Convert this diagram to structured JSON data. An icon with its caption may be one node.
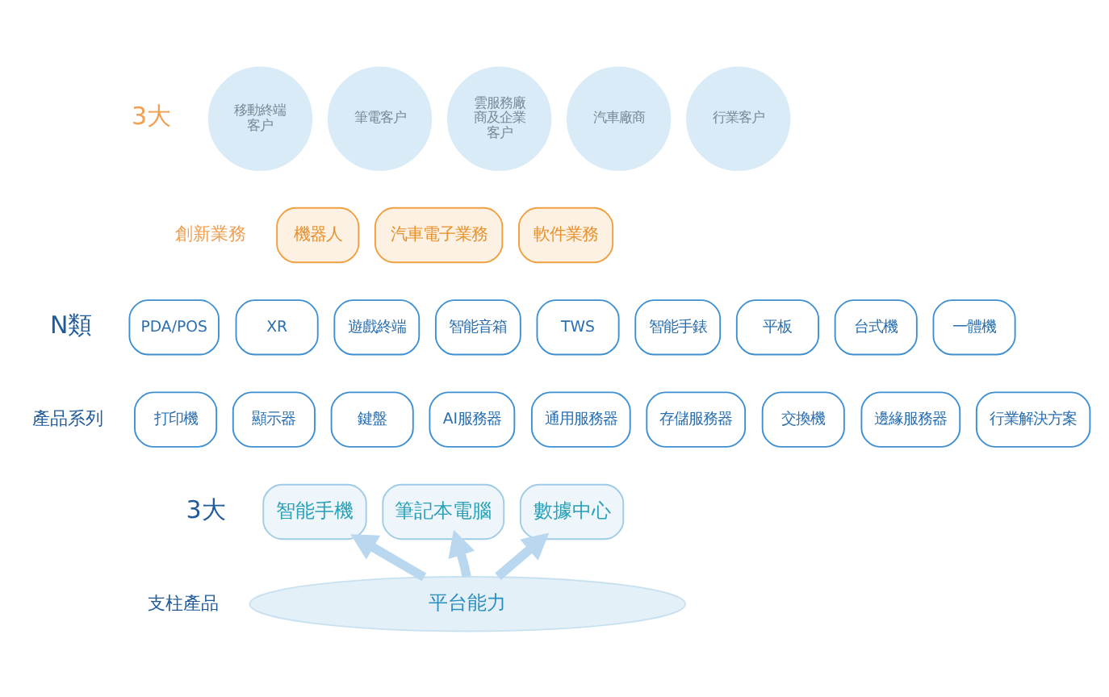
{
  "diagram": {
    "nodes": [
      {
        "text": [
          "移動終端客户"
        ]
      },
      {
        "text": [
          "筆電客户"
        ]
      },
      {
        "text": [
          "雲服務廠商及企業客户"
        ]
      },
      {
        "text": [
          "汽車廠商"
        ]
      },
      {
        "text": [
          "行業客户"
        ]
      },
      {
        "text": [
          "機器人"
        ]
      },
      {
        "text": [
          "汽車電子業務"
        ]
      },
      {
        "text": [
          "軟件業務"
        ]
      },
      {
        "text": [
          "PDA/POS"
        ]
      },
      {
        "text": [
          "XR"
        ]
      },
      {
        "text": [
          "遊戲終端"
        ]
      },
      {
        "text": [
          "智能音箱"
        ]
      },
      {
        "text": [
          "TWS"
        ]
      },
      {
        "text": [
          "智能手錶"
        ]
      },
      {
        "text": [
          "平板"
        ]
      },
      {
        "text": [
          "台式機"
        ]
      },
      {
        "text": [
          "一體機"
        ]
      },
      {
        "text": [
          "打印機"
        ]
      },
      {
        "text": [
          "顯示器"
        ]
      },
      {
        "text": [
          "鍵盤"
        ]
      },
      {
        "text": [
          "AI服務器"
        ]
      },
      {
        "text": [
          "通用服務器"
        ]
      },
      {
        "text": [
          "存儲服務器"
        ]
      },
      {
        "text": [
          "交換機"
        ]
      },
      {
        "text": [
          "邊緣服務器"
        ]
      },
      {
        "text": [
          "行業解決方案"
        ]
      },
      {
        "text": [
          "智能手機"
        ]
      },
      {
        "text": [
          "筆記本電腦"
        ]
      },
      {
        "text": [
          "數據中心"
        ]
      },
      {
        "text": [
          "平台能力"
        ]
      }
    ],
    "edges": [
      {
        "from": 29,
        "to": 26,
        "arrow": "to"
      },
      {
        "from": 29,
        "to": 27,
        "arrow": "to"
      },
      {
        "from": 29,
        "to": 28,
        "arrow": "to"
      }
    ],
    "labels": [
      "3大",
      "創新業務",
      "N類",
      "產品系列",
      "3大",
      "支柱產品"
    ]
  }
}
